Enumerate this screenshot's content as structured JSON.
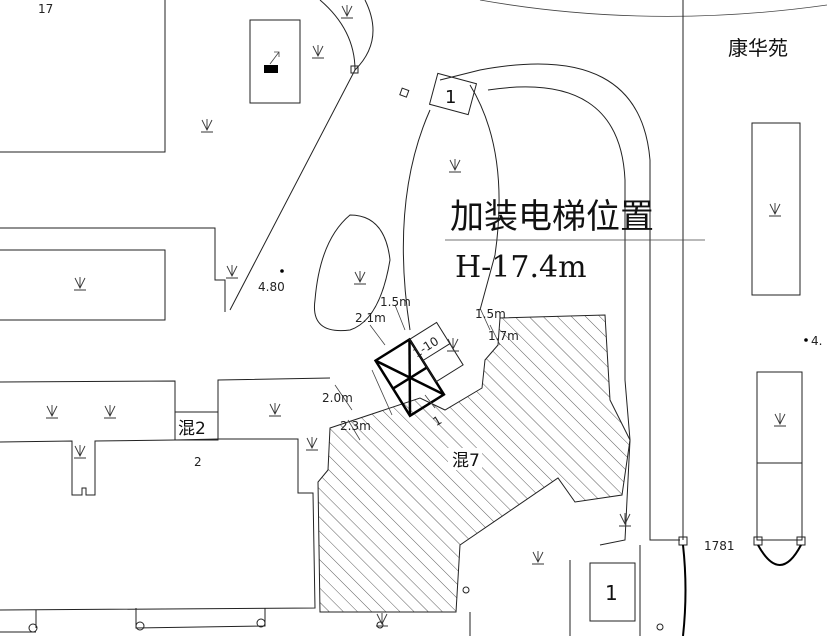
{
  "labels": {
    "lot_number_top_left": "17",
    "community_name": "康华苑",
    "elevator_title": "加装电梯位置",
    "elevator_height": "H-17.4m",
    "elevation_left": "4.80",
    "elevation_right": "4.",
    "building_mixed_2": "混2",
    "building_floors_2": "2",
    "building_mixed_7": "混7",
    "gate_label_top": "1",
    "gate_label_bottom": "1",
    "elevator_floor_mark": "1",
    "elevator_scale": "1-10",
    "road_number": "1781"
  },
  "dimensions": {
    "d1": "1.5m",
    "d2": "2.1m",
    "d3": "1.5m",
    "d4": "1.7m",
    "d5": "2.0m",
    "d6": "2.3m"
  }
}
